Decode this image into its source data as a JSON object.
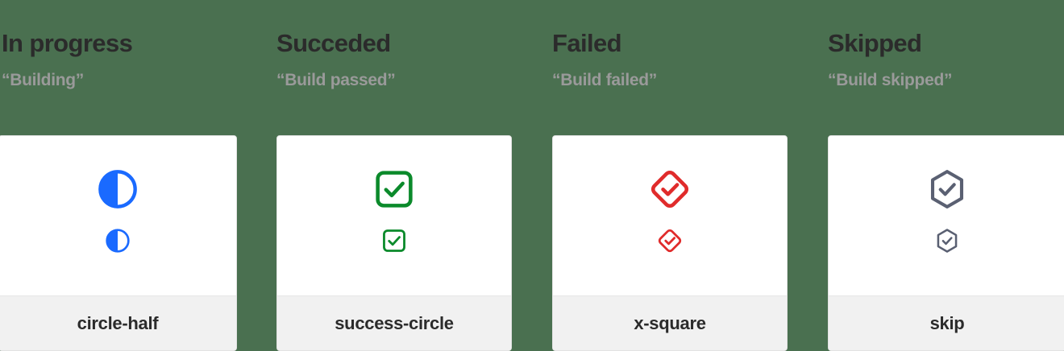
{
  "page": {
    "background_color": "#4a7050",
    "card_background": "#ffffff",
    "card_footer_background": "#f1f1f1",
    "heading_color": "#2b2b2b",
    "subheading_color": "#9a9a9a"
  },
  "columns": [
    {
      "heading": "In progress",
      "subheading": "“Building”",
      "icon_name": "circle-half-icon",
      "icon_color": "#1a6aff",
      "card_label": "circle-half"
    },
    {
      "heading": "Succeded",
      "subheading": "“Build passed”",
      "icon_name": "check-square-icon",
      "icon_color": "#0b8a2b",
      "card_label": "success-circle"
    },
    {
      "heading": "Failed",
      "subheading": "“Build failed”",
      "icon_name": "check-diamond-icon",
      "icon_color": "#e02b2b",
      "card_label": "x-square"
    },
    {
      "heading": "Skipped",
      "subheading": "“Build skipped”",
      "icon_name": "check-hexagon-icon",
      "icon_color": "#5a6072",
      "card_label": "skip"
    }
  ]
}
